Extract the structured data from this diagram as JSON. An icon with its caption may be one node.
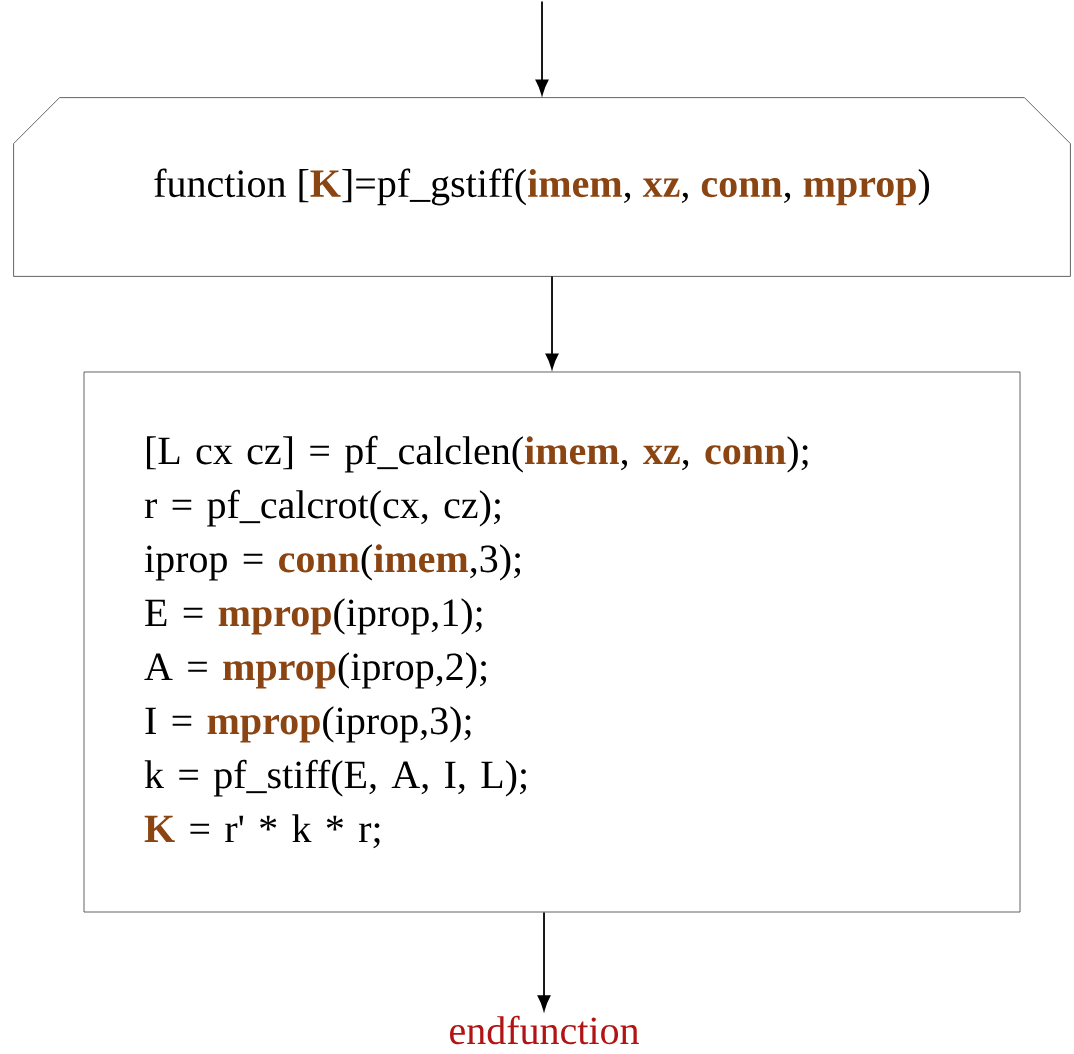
{
  "diagram": {
    "nodes": [
      {
        "text": [
          "function [**K**]=pf_gstiff(**imem**, **xz**, **conn**, **mprop**)"
        ]
      },
      {
        "text": [
          "[L cx cz] = pf_calclen(**imem**, **xz**, **conn**);",
          "r = pf_calcrot(cx, cz);",
          "iprop = **conn**(**imem**,3);",
          "E = **mprop**(iprop,1);",
          "A = **mprop**(iprop,2);",
          "I = **mprop**(iprop,3);",
          "k = pf_stiff(E, A, I, L);",
          "**K** = r' * k * r;"
        ]
      },
      {
        "text": [
          "endfunction"
        ]
      }
    ],
    "edges": [
      {
        "from": null,
        "to": 0,
        "arrow": "to"
      },
      {
        "from": 0,
        "to": 1,
        "arrow": "to"
      },
      {
        "from": 1,
        "to": 2,
        "arrow": "to"
      }
    ]
  }
}
